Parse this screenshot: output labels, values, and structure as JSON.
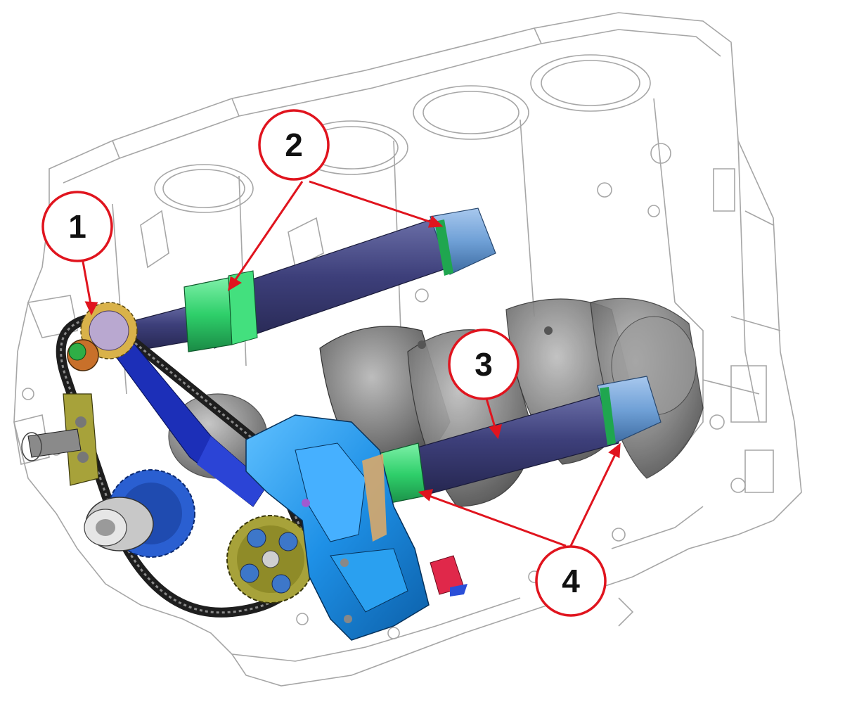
{
  "callouts": [
    {
      "id": "1",
      "label": "1"
    },
    {
      "id": "2",
      "label": "2"
    },
    {
      "id": "3",
      "label": "3"
    },
    {
      "id": "4",
      "label": "4"
    }
  ],
  "colors": {
    "callout_red": "#e0141e",
    "shaft_navy": "#3d3f7a",
    "bearing_green": "#2ecf6a",
    "bearing_blue": "#6fa0d6",
    "pump_blue": "#1e90e6",
    "belt_dark": "#2a2a2a",
    "gear_olive": "#a7a23a",
    "gear_blue": "#2a5fd1",
    "crank_gray": "#6a6a6a",
    "block_line": "#9a9a9a"
  },
  "icons": [
    "engine-block-drawing",
    "balance-shaft",
    "crankshaft",
    "oil-pump",
    "drive-chain",
    "sprocket"
  ]
}
